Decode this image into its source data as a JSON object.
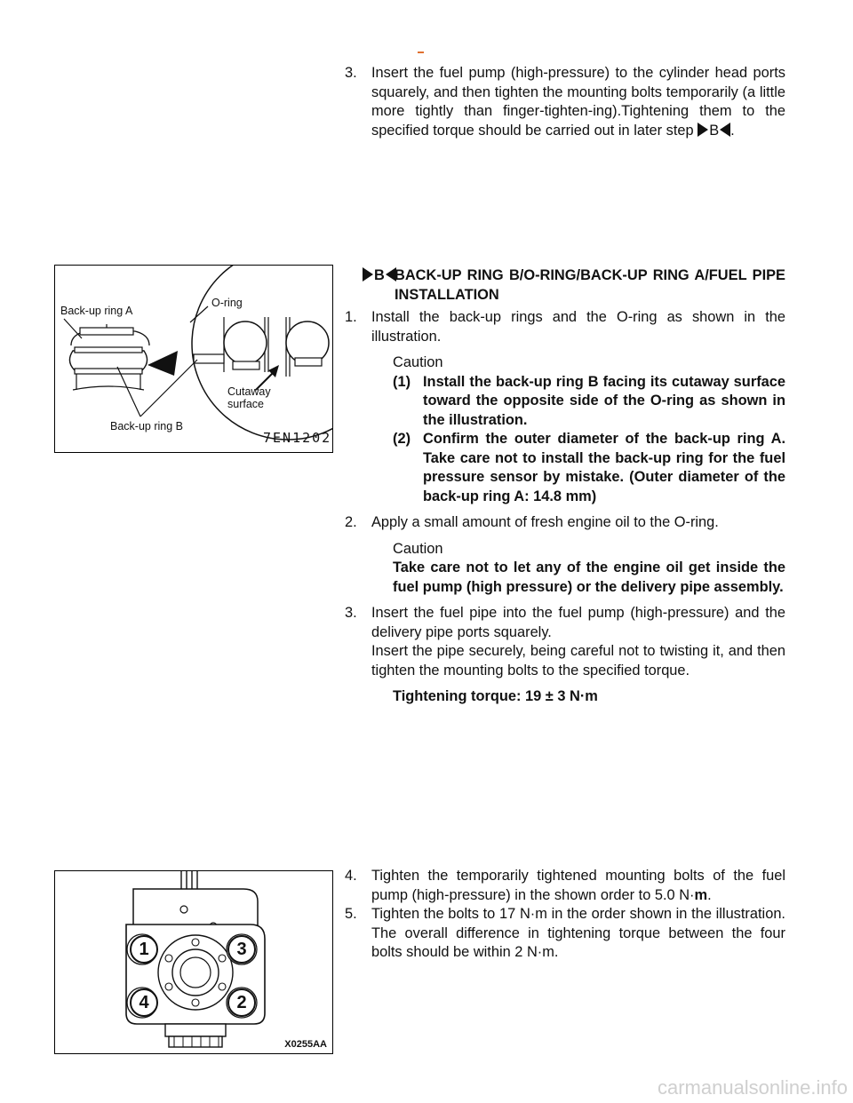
{
  "section1": {
    "step3_num": "3.",
    "step3_text": "Insert the fuel pump (high-pressure) to the cylinder head ports squarely, and then tighten the mounting bolts temporarily (a little more tightly than finger-tighten-ing).Tightening them to the specified torque should be carried out in later step",
    "step_ref": "B",
    "step_ref_end": "."
  },
  "section2": {
    "heading_mark": "B",
    "heading": "BACK-UP RING B/O-RING/BACK-UP RING A/FUEL PIPE INSTALLATION",
    "step1_num": "1.",
    "step1_text": "Install the back-up rings and the O-ring as shown in the illustration.",
    "caution1_title": "Caution",
    "caution1_item1_num": "(1)",
    "caution1_item1": "Install the back-up ring B facing its cutaway surface toward the opposite side of the O-ring as shown in the illustration.",
    "caution1_item2_num": "(2)",
    "caution1_item2": "Confirm the outer diameter of the back-up ring A. Take care not to install the back-up ring for the fuel pressure sensor by mistake. (Outer diameter of the back-up ring A: 14.8 mm)",
    "step2_num": "2.",
    "step2_text": "Apply a small amount of fresh engine oil to the O-ring.",
    "caution2_title": "Caution",
    "caution2_text": "Take care not to let any of the engine oil get inside the fuel pump (high pressure) or the delivery pipe assembly.",
    "step3_num": "3.",
    "step3_line1": "Insert the fuel pipe into the fuel pump (high-pressure) and the delivery pipe ports squarely.",
    "step3_line2": "Insert the pipe securely, being careful not to twisting it, and then tighten the mounting bolts to the specified torque.",
    "torque_label": "Tightening torque: 19 ± 3 N·m"
  },
  "section3": {
    "step4_num": "4.",
    "step4_text": "Tighten the temporarily tightened mounting bolts of the fuel pump (high-pressure) in the shown order to 5.0 N·",
    "step4_unit_bold": "m",
    "step4_end": ".",
    "step5_num": "5.",
    "step5_text": "Tighten the bolts to 17 N·m in the order shown in the illustration. The overall difference in tightening torque between the four bolts should be within 2 N·m."
  },
  "figure1": {
    "label_backup_a": "Back-up ring A",
    "label_oring": "O-ring",
    "label_cutaway_1": "Cutaway",
    "label_cutaway_2": "surface",
    "label_backup_b": "Back-up ring B",
    "code": "7EN1202"
  },
  "figure2": {
    "bolt1": "1",
    "bolt2": "2",
    "bolt3": "3",
    "bolt4": "4",
    "code": "X0255AA"
  },
  "watermark": "carmanualsonline.info"
}
